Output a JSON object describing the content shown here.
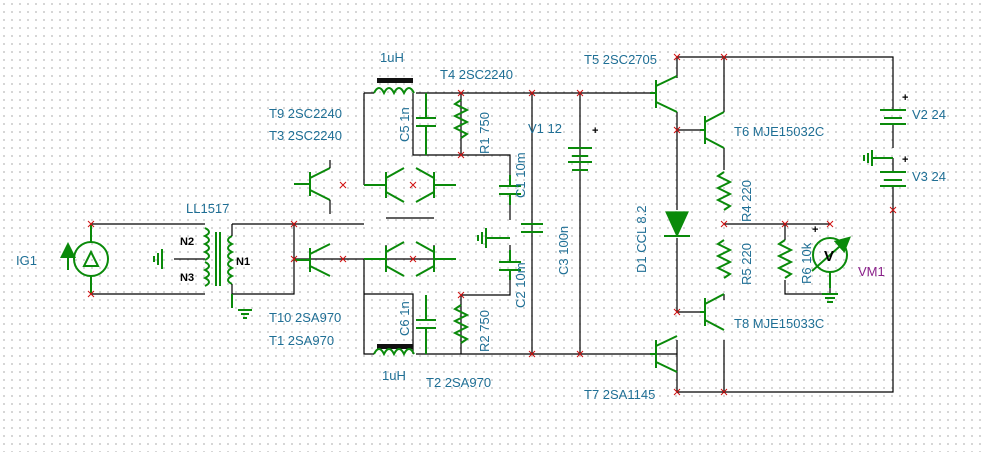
{
  "labels": {
    "ig1": "IG1",
    "ll1517": "LL1517",
    "n1": "N1",
    "n2": "N2",
    "n3": "N3",
    "t9": "T9 2SC2240",
    "t3": "T3 2SC2240",
    "t10": "T10 2SA970",
    "t1": "T1 2SA970",
    "t4": "T4 2SC2240",
    "t2": "T2 2SA970",
    "l_top": "1uH",
    "l_bot": "1uH",
    "c5": "C5 1n",
    "c6": "C6 1n",
    "r1": "R1 750",
    "r2": "R2 750",
    "c1": "C1 10m",
    "c2": "C2 10m",
    "c3": "C3 100n",
    "v1": "V1 12",
    "t5": "T5 2SC2705",
    "t6": "T6 MJE15032C",
    "t7": "T7 2SA1145",
    "t8": "T8 MJE15033C",
    "d1": "D1 CCL 8.2",
    "r4": "R4 220",
    "r5": "R5 220",
    "r6": "R6 10k",
    "vm1": "VM1",
    "vm_symbol": "V",
    "v2": "V2 24",
    "v3": "V3 24",
    "plus": "+"
  }
}
